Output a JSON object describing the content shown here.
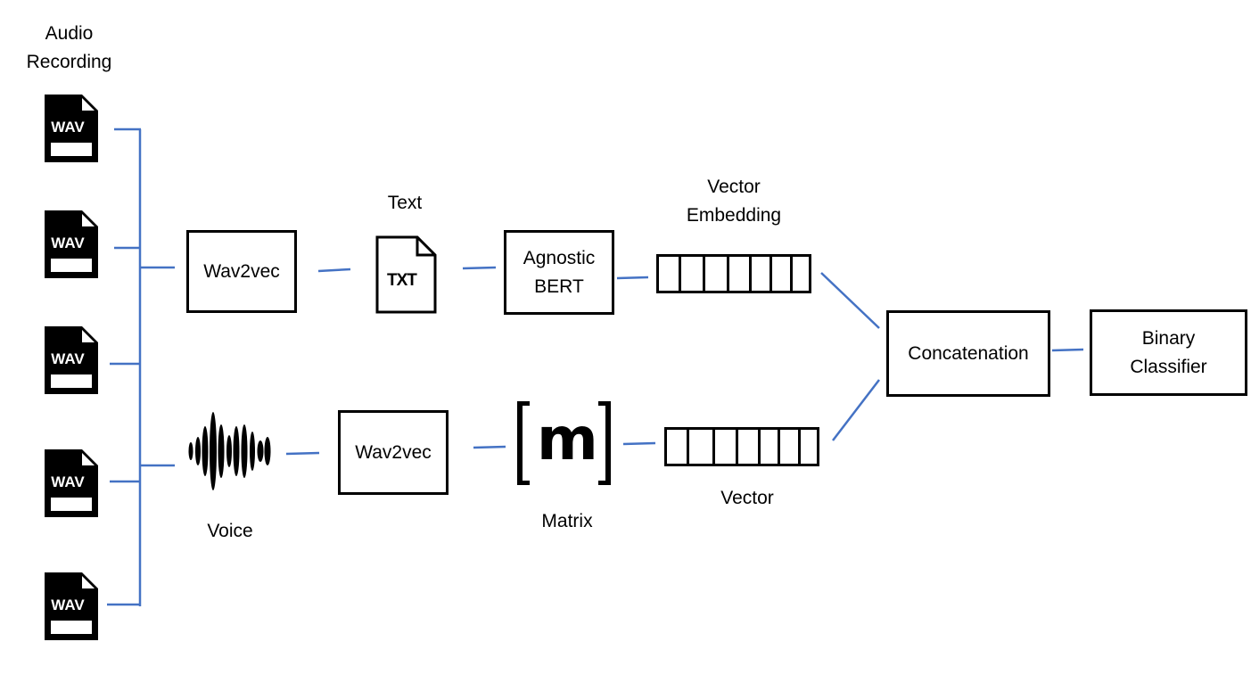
{
  "labels": {
    "audio_line1": "Audio",
    "audio_line2": "Recording",
    "text": "Text",
    "vector_embedding_line1": "Vector",
    "vector_embedding_line2": "Embedding",
    "voice": "Voice",
    "matrix": "Matrix",
    "vector": "Vector"
  },
  "boxes": {
    "wav2vec_top": "Wav2vec",
    "agnostic_line1": "Agnostic",
    "agnostic_line2": "BERT",
    "wav2vec_bottom": "Wav2vec",
    "concatenation": "Concatenation",
    "binary_line1": "Binary",
    "binary_line2": "Classifier"
  },
  "icons": {
    "wav_file_label": "WAV",
    "txt_file_label": "TXT",
    "matrix_symbol": "m",
    "wav_file": "wav-file-icon",
    "txt_file": "txt-file-icon",
    "waveform": "voice-waveform-icon"
  },
  "colors": {
    "connector": "#4472C4"
  }
}
